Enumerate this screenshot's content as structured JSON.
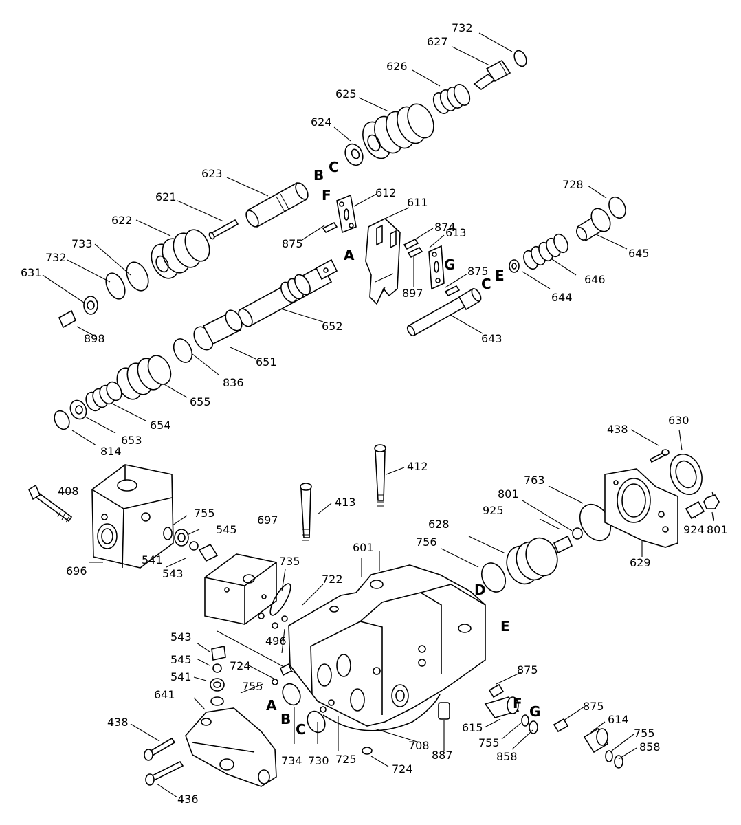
{
  "diagram": {
    "part_labels": {
      "p732a": "732",
      "p627": "627",
      "p626": "626",
      "p625": "625",
      "p624": "624",
      "p623": "623",
      "p612": "612",
      "p611": "611",
      "p621": "621",
      "p622": "622",
      "p875a": "875",
      "p874": "874",
      "p613": "613",
      "p728": "728",
      "p733": "733",
      "p732b": "732",
      "p631": "631",
      "p645": "645",
      "p897": "897",
      "p875b": "875",
      "p646": "646",
      "p644": "644",
      "p898": "898",
      "p652": "652",
      "p643": "643",
      "p651": "651",
      "p836": "836",
      "p655": "655",
      "p654": "654",
      "p653": "653",
      "p814": "814",
      "p412": "412",
      "p630": "630",
      "p438a": "438",
      "p408": "408",
      "p413": "413",
      "p763": "763",
      "p801a": "801",
      "p755a": "755",
      "p697": "697",
      "p545a": "545",
      "p925": "925",
      "p924": "924",
      "p801b": "801",
      "p541a": "541",
      "p543a": "543",
      "p696": "696",
      "p601": "601",
      "p628": "628",
      "p756": "756",
      "p735": "735",
      "p722": "722",
      "p629": "629",
      "p496": "496",
      "p543b": "543",
      "p545b": "545",
      "p724a": "724",
      "p541b": "541",
      "p755b": "755",
      "p875c": "875",
      "p641": "641",
      "p875d": "875",
      "p614": "614",
      "p615": "615",
      "p755c": "755",
      "p755d": "755",
      "p858a": "858",
      "p858b": "858",
      "p438b": "438",
      "p734": "734",
      "p730": "730",
      "p725": "725",
      "p708": "708",
      "p887": "887",
      "p724b": "724",
      "p436": "436"
    },
    "port_labels": {
      "B1": "B",
      "C1": "C",
      "F1": "F",
      "A1": "A",
      "G1": "G",
      "C2": "C",
      "E1": "E",
      "D2": "D",
      "E2": "E",
      "A2": "A",
      "B2": "B",
      "C3": "C",
      "F2": "F",
      "G2": "G"
    }
  }
}
